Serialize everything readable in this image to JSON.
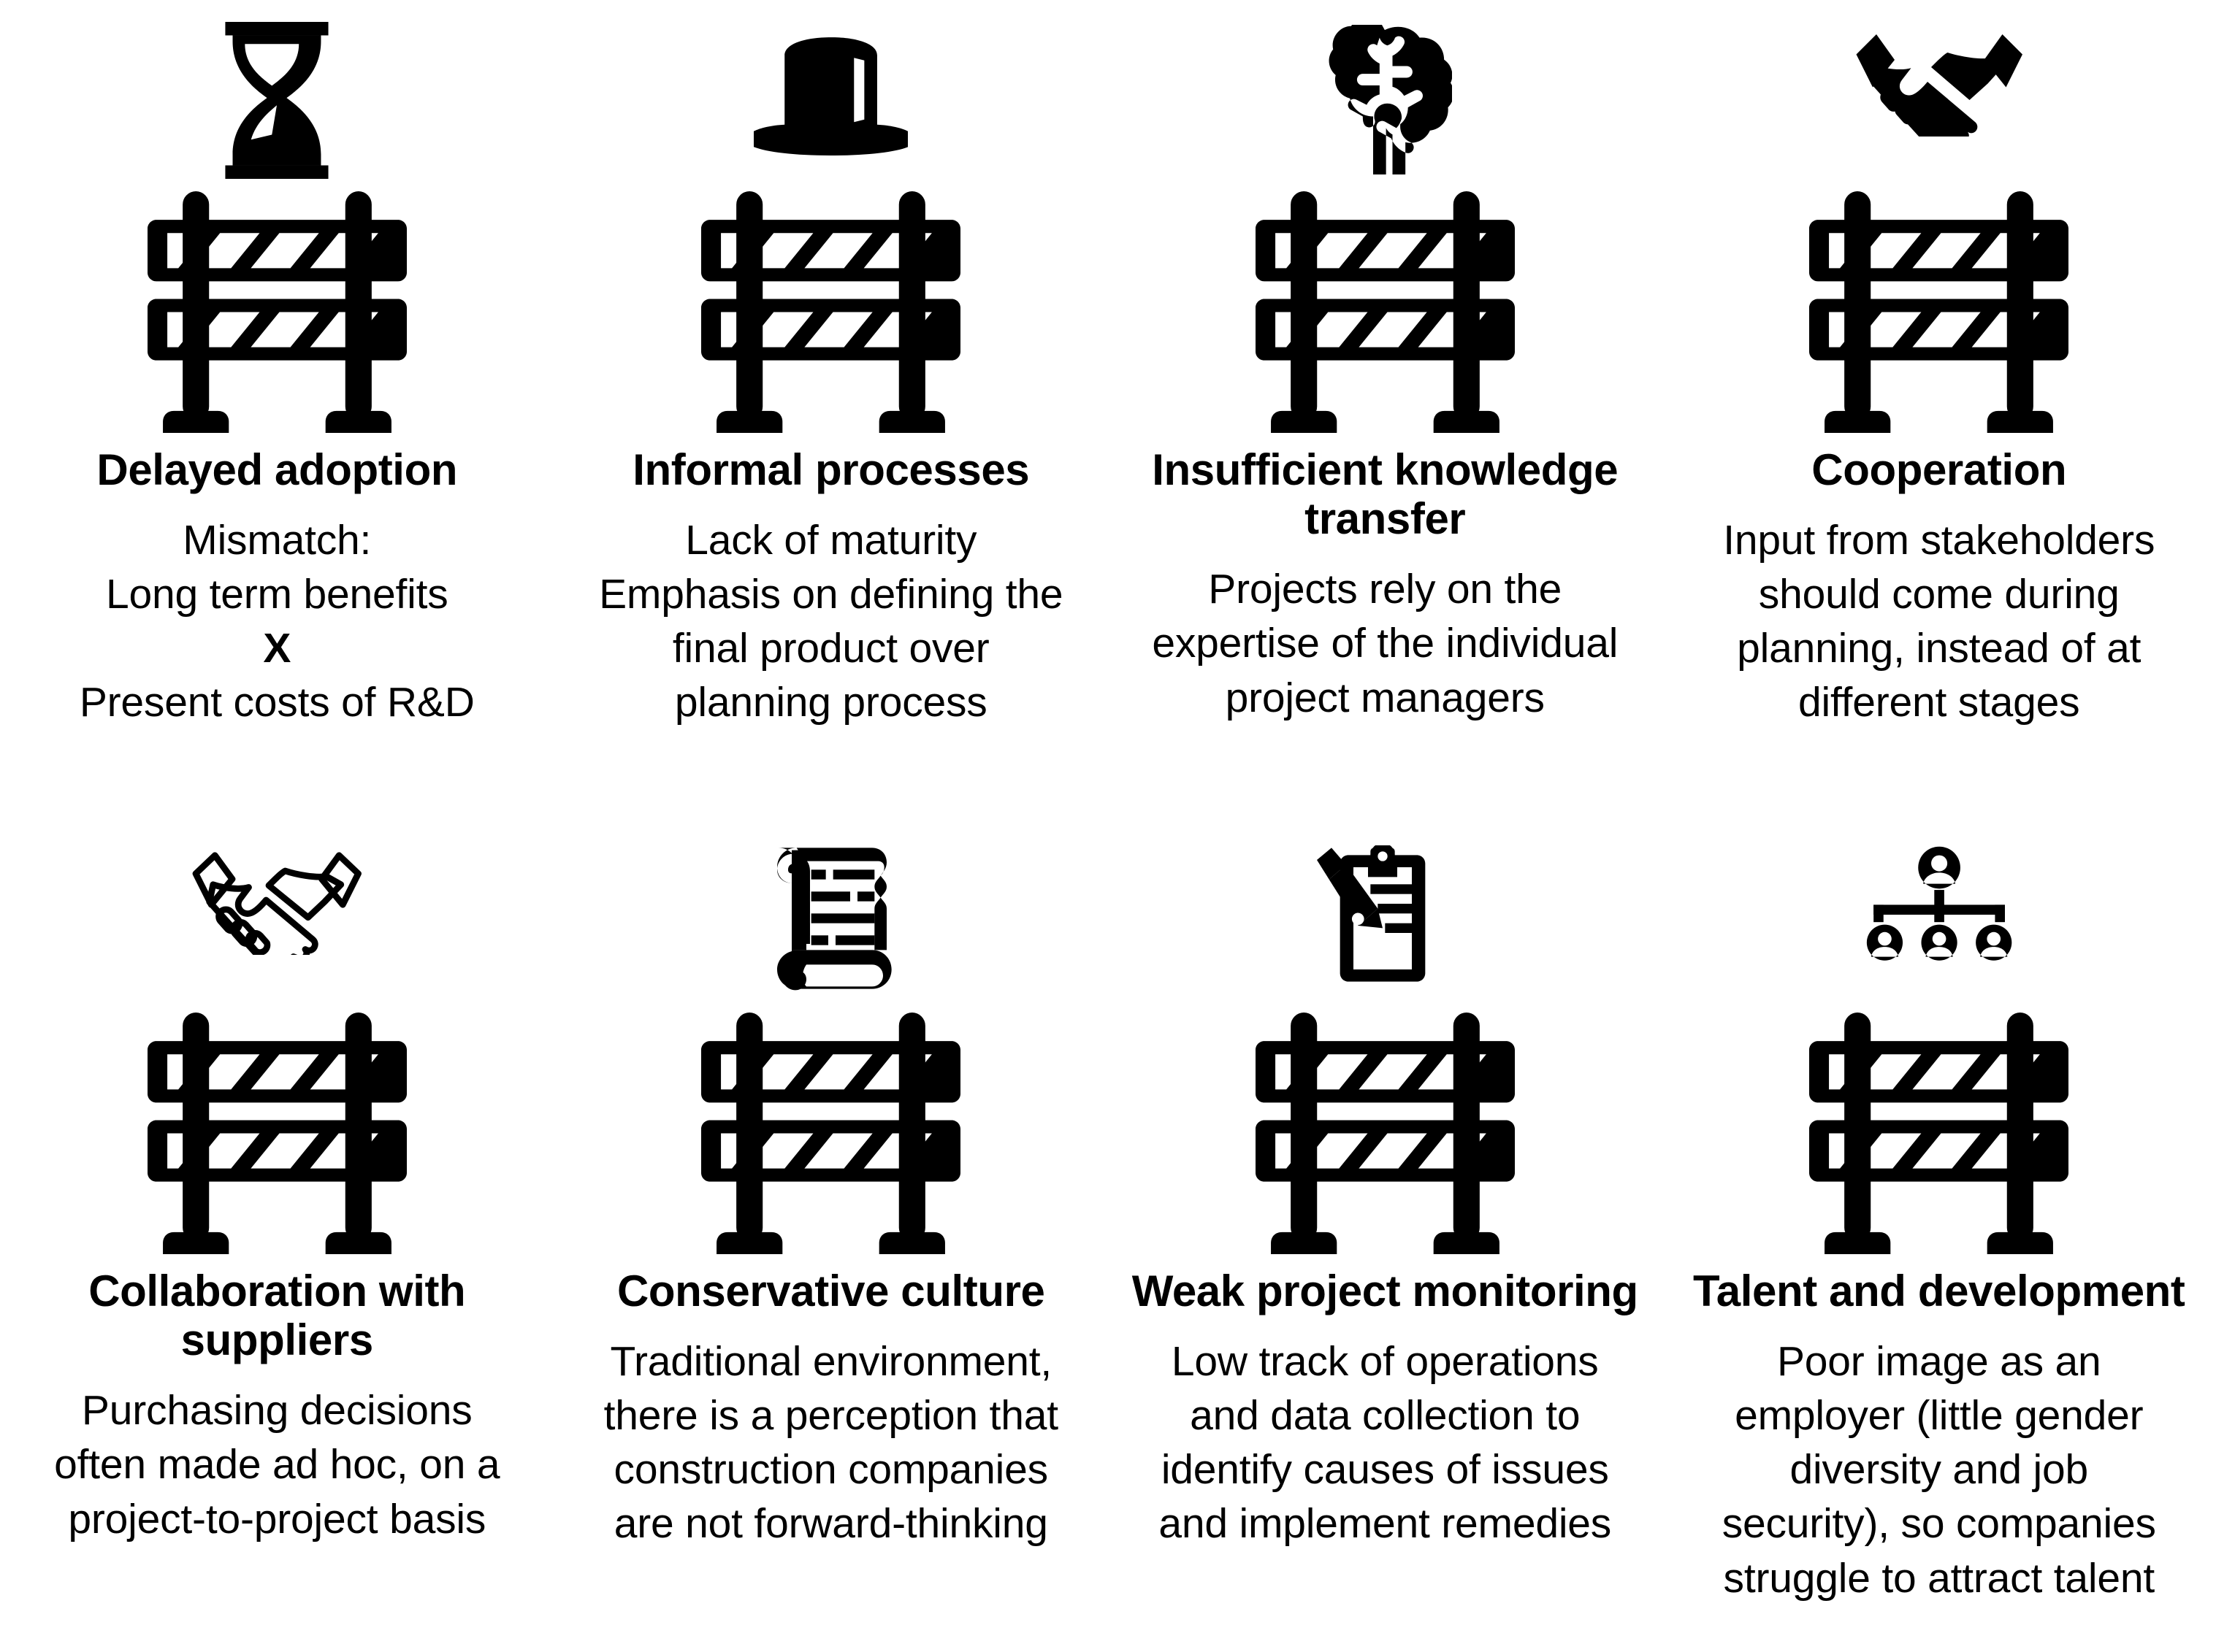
{
  "meta": {
    "background_color": "#ffffff",
    "foreground_color": "#000000",
    "columns": 4,
    "rows": 2
  },
  "cards": [
    {
      "id": "delayed-adoption",
      "icon": "hourglass-icon",
      "barrier": "road-barrier-icon",
      "title": "Delayed adoption",
      "body_lines": [
        "Mismatch:",
        "Long term benefits",
        "X",
        "Present costs of R&D"
      ],
      "body": "Mismatch:\nLong term benefits\nX\nPresent costs of R&D",
      "emphasis_line": "X"
    },
    {
      "id": "informal-processes",
      "icon": "top-hat-icon",
      "barrier": "road-barrier-icon",
      "title": "Informal processes",
      "body_lines": [
        "Lack of maturity",
        "Emphasis on defining the",
        "final product over",
        "planning process"
      ],
      "body": "Lack of maturity\nEmphasis on defining the\nfinal product over\nplanning process"
    },
    {
      "id": "insufficient-knowledge-transfer",
      "icon": "brain-icon",
      "barrier": "road-barrier-icon",
      "title": "Insufficient knowledge\ntransfer",
      "body_lines": [
        "Projects rely on the",
        "expertise of the individual",
        "project managers"
      ],
      "body": "Projects rely on the\nexpertise of the individual\nproject managers"
    },
    {
      "id": "cooperation",
      "icon": "handshake-filled-icon",
      "barrier": "road-barrier-icon",
      "title": "Cooperation",
      "body_lines": [
        "Input from stakeholders",
        "should come during",
        "planning, instead of at",
        "different stages"
      ],
      "body": "Input from stakeholders\nshould come during\nplanning, instead of at\ndifferent stages"
    },
    {
      "id": "collaboration-with-suppliers",
      "icon": "handshake-outline-icon",
      "barrier": "road-barrier-icon",
      "title": "Collaboration with\nsuppliers",
      "body_lines": [
        "Purchasing decisions",
        "often made ad hoc, on a",
        "project-to-project basis"
      ],
      "body": "Purchasing decisions\noften made ad hoc, on a\nproject-to-project basis"
    },
    {
      "id": "conservative-culture",
      "icon": "scroll-icon",
      "barrier": "road-barrier-icon",
      "title": "Conservative culture",
      "body_lines": [
        "Traditional environment,",
        "there is a perception that",
        "construction companies",
        "are not forward-thinking"
      ],
      "body": "Traditional environment,\nthere is a perception that\nconstruction companies\nare not forward-thinking"
    },
    {
      "id": "weak-project-monitoring",
      "icon": "clipboard-pencil-icon",
      "barrier": "road-barrier-icon",
      "title": "Weak project monitoring",
      "body_lines": [
        "Low track of operations",
        "and data collection to",
        "identify causes of issues",
        "and implement remedies"
      ],
      "body": "Low track of operations\nand data collection to\nidentify causes of issues\nand implement remedies"
    },
    {
      "id": "talent-and-development",
      "icon": "org-chart-icon",
      "barrier": "road-barrier-icon",
      "title": "Talent and development",
      "body_lines": [
        "Poor image as an",
        "employer (little gender",
        "diversity and job",
        "security), so companies",
        "struggle to attract talent"
      ],
      "body": "Poor image as an\nemployer (little gender\ndiversity and job\nsecurity), so companies\nstruggle to attract talent"
    }
  ]
}
